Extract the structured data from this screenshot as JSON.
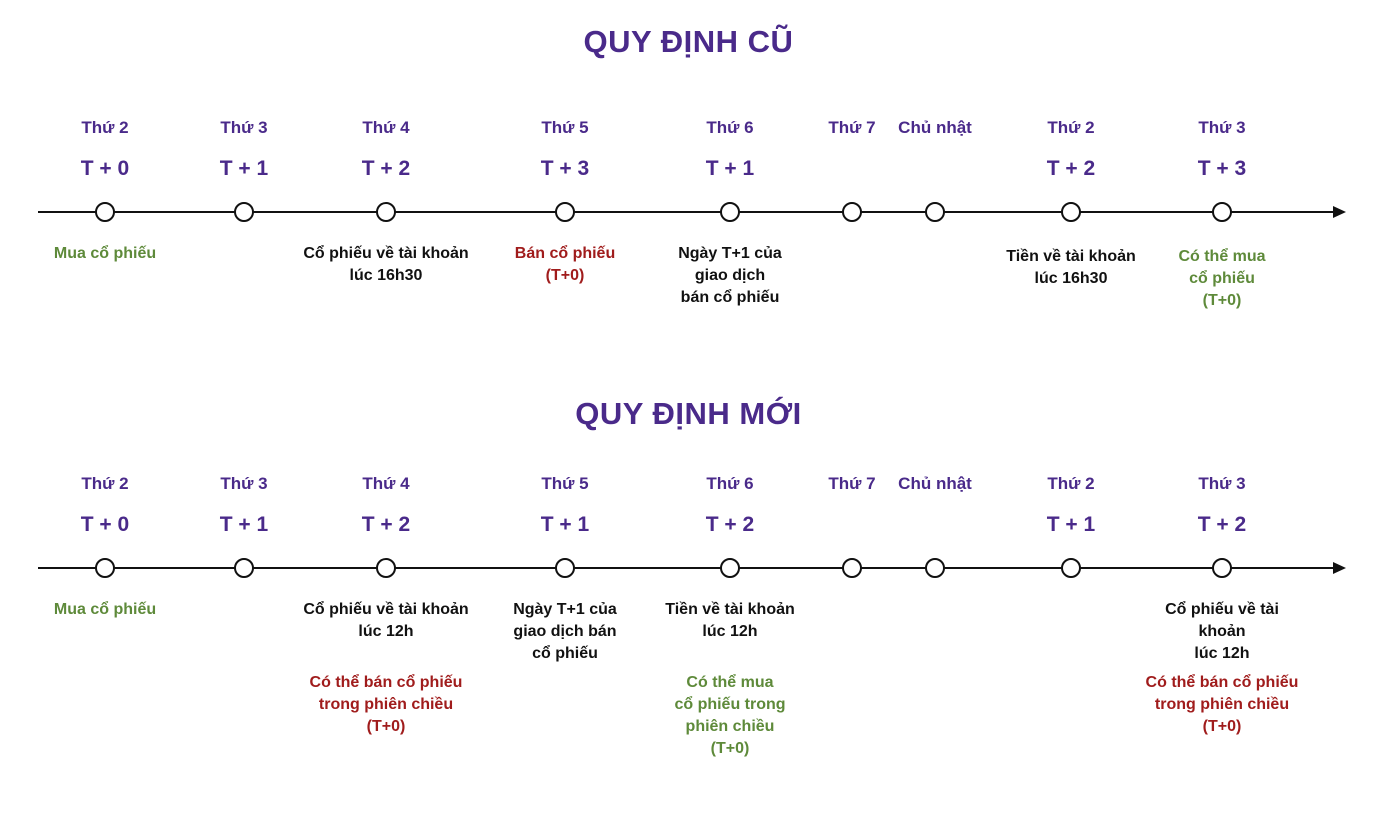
{
  "colors": {
    "title": "#4a2a8a",
    "label": "#4a2a8a",
    "black": "#111111",
    "green": "#5e8a3a",
    "red": "#a01c1c"
  },
  "old_rule": {
    "title": "QUY ĐỊNH CŨ",
    "days": [
      "Thứ 2",
      "Thứ 3",
      "Thứ 4",
      "Thứ 5",
      "Thứ 6",
      "Thứ 7",
      "Chủ nhật",
      "Thứ 2",
      "Thứ 3"
    ],
    "t_labels": [
      "T + 0",
      "T + 1",
      "T + 2",
      "T + 3",
      "T + 1",
      "",
      "",
      "T + 2",
      "T + 3"
    ],
    "notes": [
      {
        "text": "Mua cổ phiếu",
        "color": "green"
      },
      {
        "text": "",
        "color": "black"
      },
      {
        "text": "Cổ phiếu về tài khoản\nlúc 16h30",
        "color": "black"
      },
      {
        "text": "Bán cổ phiếu\n(T+0)",
        "color": "red"
      },
      {
        "text": "Ngày T+1 của\ngiao dịch\nbán cổ phiếu",
        "color": "black"
      },
      {
        "text": "",
        "color": "black"
      },
      {
        "text": "",
        "color": "black"
      },
      {
        "text": "Tiền về tài khoản\nlúc 16h30",
        "color": "black"
      },
      {
        "text": "Có thể mua\ncổ phiếu\n(T+0)",
        "color": "green"
      }
    ]
  },
  "new_rule": {
    "title": "QUY ĐỊNH MỚI",
    "days": [
      "Thứ 2",
      "Thứ 3",
      "Thứ 4",
      "Thứ 5",
      "Thứ 6",
      "Thứ 7",
      "Chủ nhật",
      "Thứ 2",
      "Thứ 3"
    ],
    "t_labels": [
      "T + 0",
      "T + 1",
      "T + 2",
      "T + 1",
      "T + 2",
      "",
      "",
      "T + 1",
      "T + 2"
    ],
    "notes": [
      {
        "text": "Mua cổ phiếu",
        "color": "green"
      },
      {
        "text": "",
        "color": "black"
      },
      {
        "text": "Cổ phiếu về tài khoản\nlúc 12h",
        "color": "black"
      },
      {
        "text": "Ngày T+1 của\ngiao dịch bán\ncổ phiếu",
        "color": "black"
      },
      {
        "text": "Tiền về tài khoản\nlúc 12h",
        "color": "black"
      },
      {
        "text": "",
        "color": "black"
      },
      {
        "text": "",
        "color": "black"
      },
      {
        "text": "",
        "color": "black"
      },
      {
        "text": "Cổ phiếu về tài khoản\nlúc 12h",
        "color": "black"
      }
    ],
    "extra_notes": [
      {
        "col": 2,
        "text": "Có thể bán cổ phiếu\ntrong phiên chiều\n(T+0)",
        "color": "red"
      },
      {
        "col": 4,
        "text": "Có thể mua\ncổ phiếu trong\nphiên chiều\n(T+0)",
        "color": "green"
      },
      {
        "col": 8,
        "text": "Có thể bán cổ phiếu\ntrong phiên chiều\n(T+0)",
        "color": "red"
      }
    ]
  }
}
